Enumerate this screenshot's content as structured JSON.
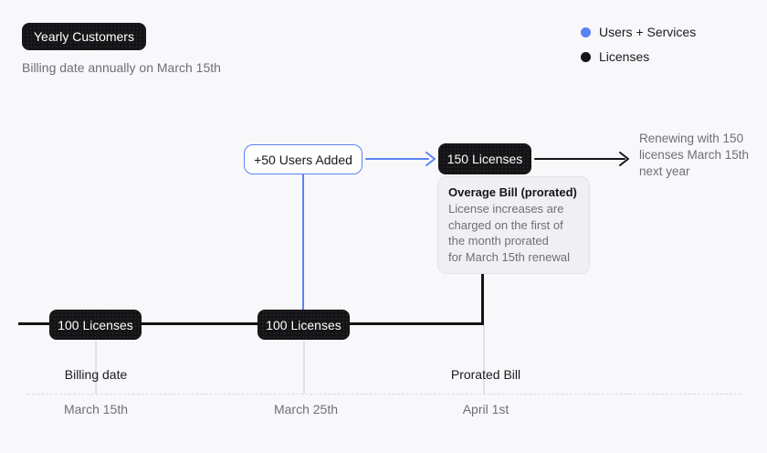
{
  "page": {
    "background": "#f8f8fa"
  },
  "header": {
    "title": "Yearly Customers",
    "subtitle": "Billing date annually on March 15th"
  },
  "legend": {
    "items": [
      {
        "label": "Users + Services",
        "color": "#5b82f2"
      },
      {
        "label": "Licenses",
        "color": "#151518"
      }
    ]
  },
  "diagram": {
    "users_added_label": "+50 Users Added",
    "licenses_150_label": "150 Licenses",
    "renewal_note_lines": [
      "Renewing with 150",
      "licenses March 15th",
      "next year"
    ],
    "overage": {
      "title": "Overage Bill (prorated)",
      "body_lines": [
        "License increases are",
        "charged on the first of",
        "the month prorated",
        "for March 15th renewal"
      ]
    },
    "licenses_100_first": "100 Licenses",
    "licenses_100_second": "100 Licenses",
    "timeline": {
      "billing_date_label": "Billing date",
      "prorated_bill_label": "Prorated Bill",
      "dates": [
        "March 15th",
        "March 25th",
        "April 1st"
      ]
    }
  },
  "colors": {
    "accent_blue": "#5b82f2",
    "badge_black": "#141417",
    "muted_text": "#6e6e76",
    "line_gray": "#e1e1e5",
    "background": "#f8f8fa"
  }
}
